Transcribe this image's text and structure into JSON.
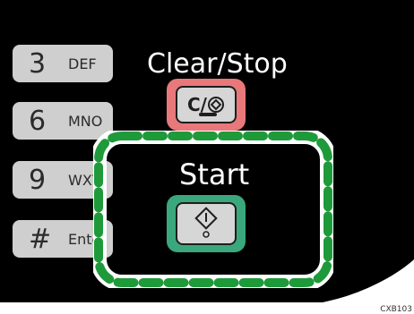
{
  "keypad": {
    "keys": [
      {
        "digit": "3",
        "letters": "DEF"
      },
      {
        "digit": "6",
        "letters": "MNO"
      },
      {
        "digit": "9",
        "letters": "WXY"
      },
      {
        "digit": "#",
        "letters": "Ente"
      }
    ]
  },
  "clear_stop": {
    "label": "Clear/Stop",
    "key_symbol": "C/",
    "highlight_color": "#e8787a"
  },
  "start": {
    "label": "Start",
    "highlight_color": "#3aa87c",
    "dashed_outline_color": "#1f9a3a"
  },
  "figure_code": "CXB103"
}
